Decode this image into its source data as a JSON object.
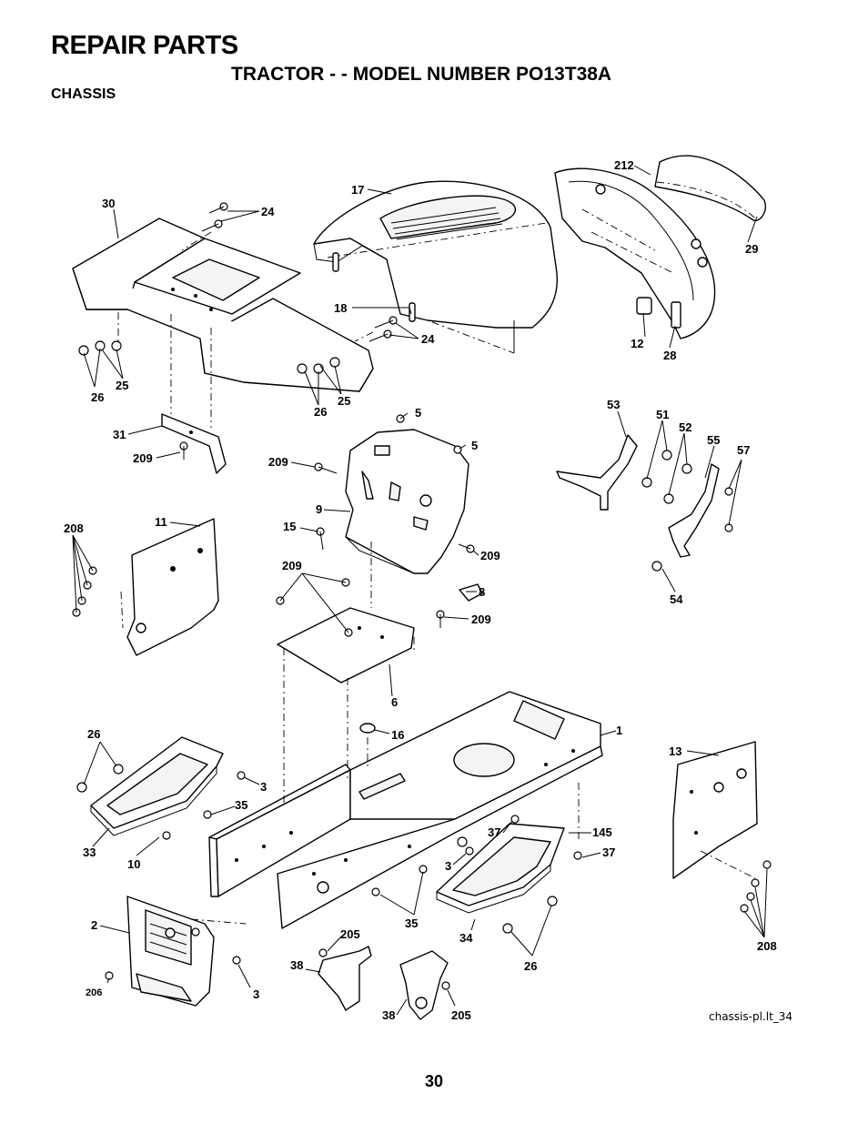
{
  "header": {
    "title": "REPAIR PARTS",
    "subtitle": "TRACTOR - - MODEL NUMBER PO13T38A",
    "section": "CHASSIS"
  },
  "callouts": {
    "c1": "1",
    "c2": "2",
    "c3a": "3",
    "c3b": "3",
    "c3c": "3",
    "c5a": "5",
    "c5b": "5",
    "c6": "6",
    "c8": "8",
    "c9": "9",
    "c10": "10",
    "c11": "11",
    "c12": "12",
    "c13": "13",
    "c15": "15",
    "c16": "16",
    "c17": "17",
    "c18": "18",
    "c24a": "24",
    "c24b": "24",
    "c25a": "25",
    "c25b": "25",
    "c26a": "26",
    "c26b": "26",
    "c26c": "26",
    "c26d": "26",
    "c28": "28",
    "c29": "29",
    "c30": "30",
    "c31": "31",
    "c33": "33",
    "c34": "34",
    "c35a": "35",
    "c35b": "35",
    "c37a": "37",
    "c37b": "37",
    "c38a": "38",
    "c38b": "38",
    "c51": "51",
    "c52": "52",
    "c53": "53",
    "c54": "54",
    "c55": "55",
    "c57": "57",
    "c145": "145",
    "c205a": "205",
    "c205b": "205",
    "c206": "206",
    "c208a": "208",
    "c208b": "208",
    "c209a": "209",
    "c209b": "209",
    "c209c": "209",
    "c209d": "209",
    "c209e": "209",
    "c212": "212"
  },
  "footer": {
    "page_number": "30",
    "drawing_ref": "chassis-pl.lt_34"
  }
}
